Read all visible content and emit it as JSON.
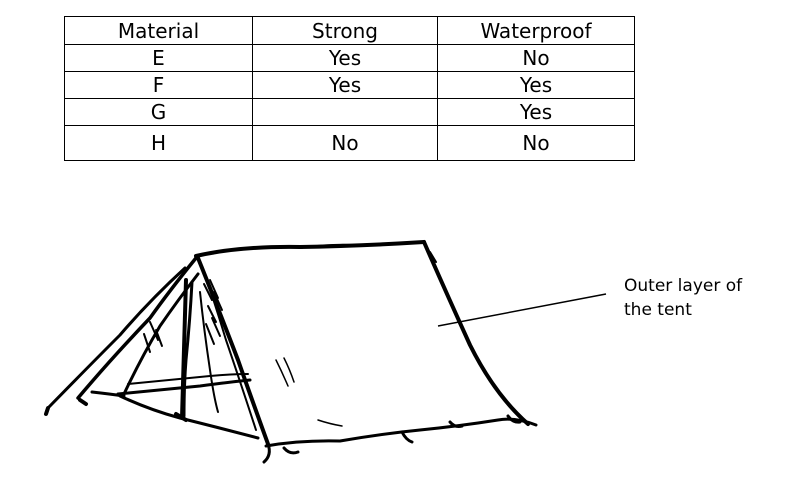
{
  "table": {
    "headers": [
      "Material",
      "Strong",
      "Waterproof"
    ],
    "rows": [
      {
        "material": "E",
        "strong": "Yes",
        "waterproof": "No"
      },
      {
        "material": "F",
        "strong": "Yes",
        "waterproof": "Yes"
      },
      {
        "material": "G",
        "strong": "",
        "waterproof": "Yes"
      },
      {
        "material": "H",
        "strong": "No",
        "waterproof": "No"
      }
    ]
  },
  "diagram": {
    "label_line1": "Outer layer of",
    "label_line2": "the tent",
    "illustration": "tent-drawing"
  }
}
